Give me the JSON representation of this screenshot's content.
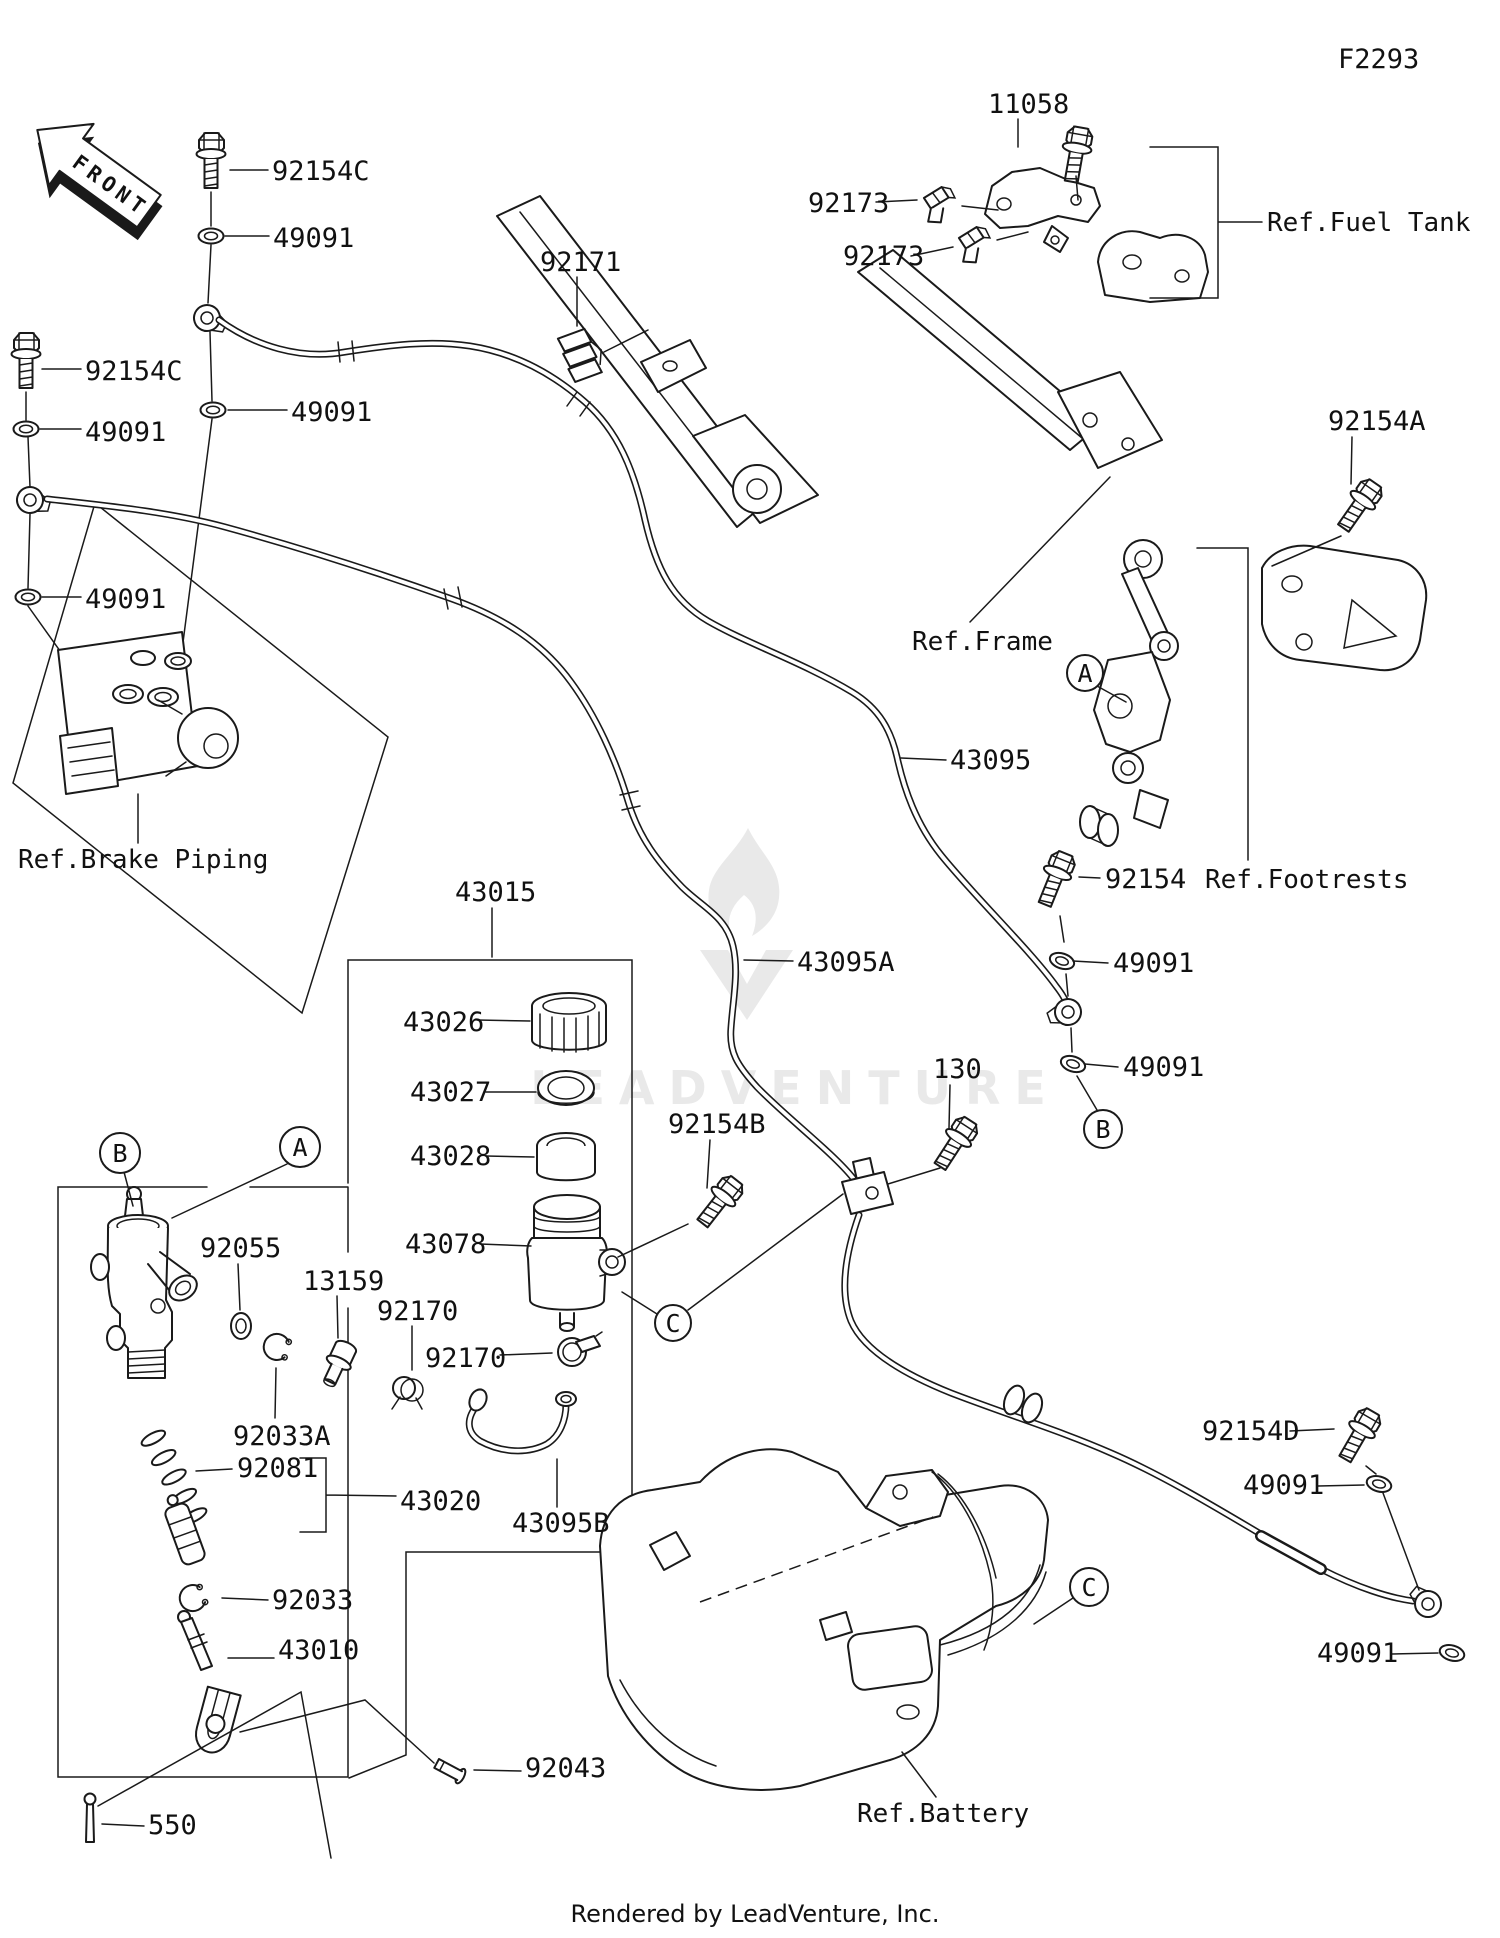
{
  "figure": {
    "code": "F2293",
    "front_arrow": "FRONT",
    "watermark": "LEADVENTURE",
    "footer": "Rendered by LeadVenture, Inc."
  },
  "references": {
    "fuel_tank": "Ref.Fuel Tank",
    "frame": "Ref.Frame",
    "brake_piping": "Ref.Brake Piping",
    "footrests": "Ref.Footrests",
    "battery": "Ref.Battery"
  },
  "connectors": {
    "a": "A",
    "b": "B",
    "c": "C"
  },
  "parts": {
    "p11058": "11058",
    "p130": "130",
    "p13159": "13159",
    "p43010": "43010",
    "p43015": "43015",
    "p43020": "43020",
    "p43026": "43026",
    "p43027": "43027",
    "p43028": "43028",
    "p43078": "43078",
    "p43095": "43095",
    "p43095a": "43095A",
    "p43095b": "43095B",
    "p49091": "49091",
    "p550": "550",
    "p92033": "92033",
    "p92033a": "92033A",
    "p92043": "92043",
    "p92055": "92055",
    "p92081": "92081",
    "p92154": "92154",
    "p92154a": "92154A",
    "p92154b": "92154B",
    "p92154c": "92154C",
    "p92154d": "92154D",
    "p92170": "92170",
    "p92171": "92171",
    "p92173": "92173"
  }
}
